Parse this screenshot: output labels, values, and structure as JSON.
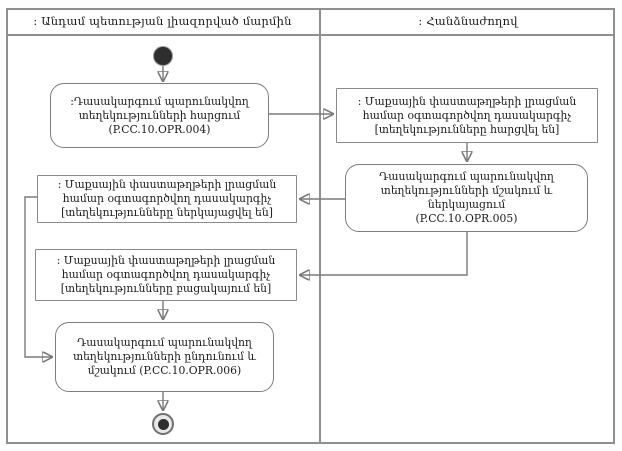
{
  "diagram": {
    "type": "uml-activity-swimlane",
    "colors": {
      "frame_line": "#8f8f8f",
      "node_border": "#7d7d7d",
      "connector": "#7a7a7a",
      "text": "#1b1b1b",
      "state_fill": "#2e2e2e"
    },
    "lanes": {
      "left": {
        "title": ": Անդամ պետության լիազորված մարմին"
      },
      "right": {
        "title": ": Հանձնաժողով"
      }
    },
    "nodes": {
      "action_004": {
        "kind": "action",
        "lines": [
          ":Դասակարգում պարունակվող",
          "տեղեկությունների հարցում",
          "(P.CC.10.OPR.004)"
        ]
      },
      "object_requested": {
        "kind": "object",
        "lines": [
          ": Մաքսային փաստաթղթերի լրացման",
          "համար օգտագործվող դասակարգիչ",
          "[տեղեկությունները հարցվել են]"
        ]
      },
      "action_005": {
        "kind": "action",
        "lines": [
          "Դասակարգում պարունակվող",
          "տեղեկությունների մշակում և ներկայացում",
          "(P.CC.10.OPR.005)"
        ]
      },
      "object_presented": {
        "kind": "object",
        "lines": [
          ": Մաքսային փաստաթղթերի լրացման",
          "համար օգտագործվող դասակարգիչ",
          "[տեղեկությունները ներկայացվել են]"
        ]
      },
      "object_missing": {
        "kind": "object",
        "lines": [
          ": Մաքսային փաստաթղթերի լրացման",
          "համար օգտագործվող դասակարգիչ",
          "[տեղեկությունները բացակայում են]"
        ]
      },
      "action_006": {
        "kind": "action",
        "lines": [
          "Դասակարգում պարունակվող",
          "տեղեկությունների ընդունում և",
          "մշակում (P.CC.10.OPR.006)"
        ]
      }
    }
  }
}
